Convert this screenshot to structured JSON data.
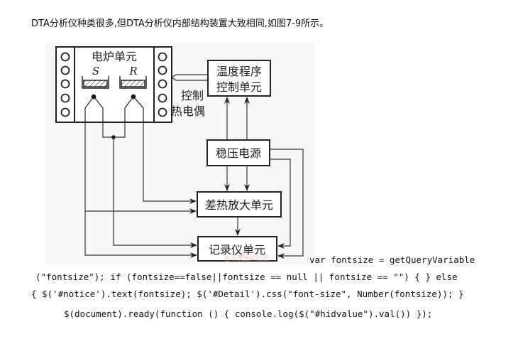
{
  "intro_text": "DTA分析仪种类很多,但DTA分析仪内部结构装置大致相同,如图7-9所示。",
  "diagram": {
    "furnace_label": "电炉单元",
    "sample_label": "S",
    "reference_label": "R",
    "temp_control_line1": "温度程序",
    "temp_control_line2": "控制单元",
    "thermocouple_line1": "控制",
    "thermocouple_line2": "热电偶",
    "stabilizer_label": "稳压电源",
    "amplifier_label": "差热放大单元",
    "recorder_label": "记录仪单元",
    "watermark": "@百度图片社区"
  },
  "code_lines": [
    "var fontsize = getQueryVariable",
    "(\"fontsize\"); if (fontsize==false||fontsize == null || fontsize == \"\") { } else",
    "{ $('#notice').text(fontsize); $('#Detail').css(\"font-size\", Number(fontsize)); }",
    "$(document).ready(function () { console.log($(\"#hidvalue\").val()) });"
  ]
}
